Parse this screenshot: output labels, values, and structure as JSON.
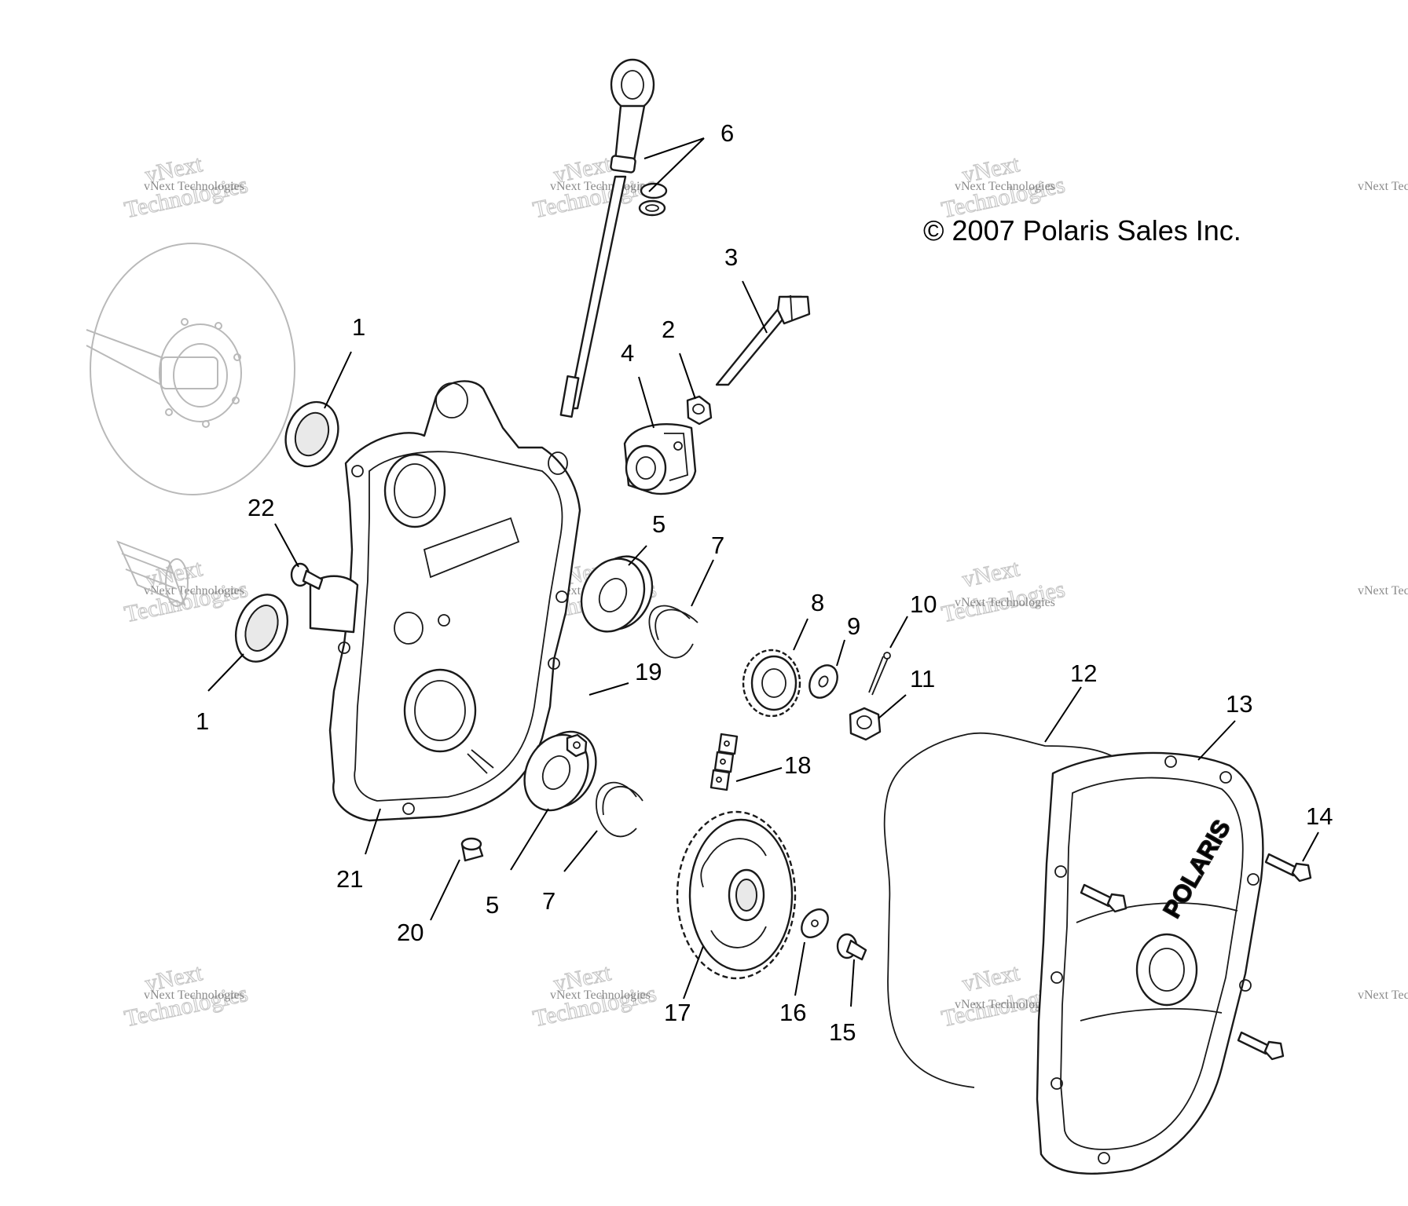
{
  "copyright": "© 2007 Polaris Sales Inc.",
  "watermark": {
    "small": "vNext Technologies",
    "large_top": "vNext",
    "large_bottom": "Technologies"
  },
  "cover_brand": "POLARIS",
  "callouts": [
    "1",
    "1",
    "2",
    "3",
    "4",
    "5",
    "5",
    "6",
    "7",
    "7",
    "8",
    "9",
    "10",
    "11",
    "12",
    "13",
    "14",
    "15",
    "16",
    "17",
    "18",
    "19",
    "20",
    "21",
    "22"
  ],
  "colors": {
    "line": "#1a1a1a",
    "ghost": "#b9b9b9",
    "watermark": "#c9c9c9"
  }
}
